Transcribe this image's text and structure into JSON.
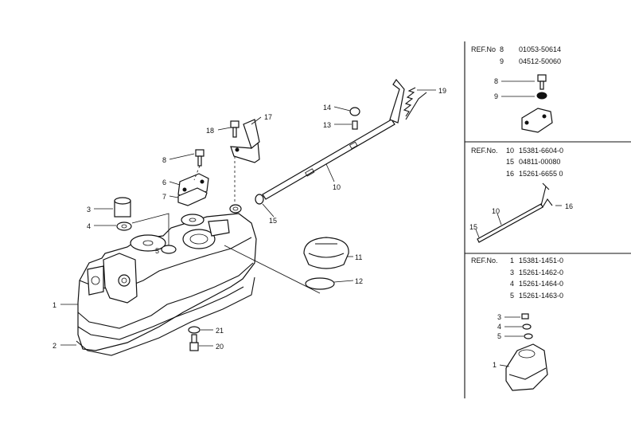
{
  "main_diagram": {
    "callouts": [
      "1",
      "2",
      "3",
      "4",
      "5",
      "6",
      "7",
      "8",
      "10",
      "11",
      "12",
      "13",
      "14",
      "15",
      "17",
      "18",
      "19",
      "20",
      "21"
    ]
  },
  "ref_panels": [
    {
      "label": "REF.No",
      "rows": [
        {
          "ref": "8",
          "part": "01053-50614"
        },
        {
          "ref": "9",
          "part": "04512-50060"
        }
      ],
      "callouts": [
        "8",
        "9"
      ]
    },
    {
      "label": "REF.No.",
      "rows": [
        {
          "ref": "10",
          "part": "15381-6604-0"
        },
        {
          "ref": "15",
          "part": "04811-00080"
        },
        {
          "ref": "16",
          "part": "15261-6655 0"
        }
      ],
      "callouts": [
        "10",
        "15",
        "16"
      ]
    },
    {
      "label": "REF.No.",
      "rows": [
        {
          "ref": "1",
          "part": "15381-1451-0"
        },
        {
          "ref": "3",
          "part": "15261-1462-0"
        },
        {
          "ref": "4",
          "part": "15261-1464-0"
        },
        {
          "ref": "5",
          "part": "15261-1463-0"
        }
      ],
      "callouts": [
        "3",
        "4",
        "5",
        "1"
      ]
    }
  ]
}
